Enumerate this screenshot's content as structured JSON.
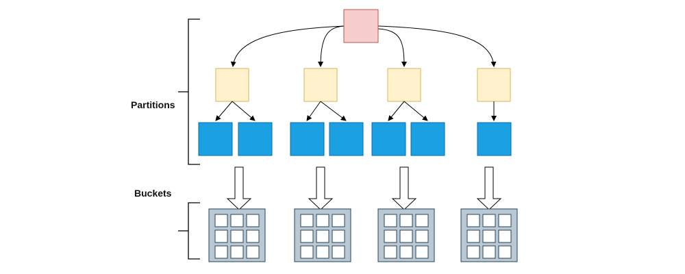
{
  "labels": {
    "partitions": "Partitions",
    "buckets": "Buckets"
  },
  "colors": {
    "root_fill": "#f8cecc",
    "root_stroke": "#b85450",
    "partition_fill": "#fff2cc",
    "partition_stroke": "#d6b656",
    "subpartition_fill": "#1ba1e2",
    "subpartition_stroke": "#006eaf",
    "bucket_frame_fill": "#bac8d3",
    "bucket_frame_stroke": "#23445d",
    "bucket_cell_fill": "#ffffff",
    "line": "#000000"
  },
  "structure": {
    "partition_groups": [
      {
        "subpartitions": 2,
        "bucket_grid": "3x3"
      },
      {
        "subpartitions": 2,
        "bucket_grid": "3x3"
      },
      {
        "subpartitions": 2,
        "bucket_grid": "3x3"
      },
      {
        "subpartitions": 1,
        "bucket_grid": "3x3"
      }
    ]
  }
}
